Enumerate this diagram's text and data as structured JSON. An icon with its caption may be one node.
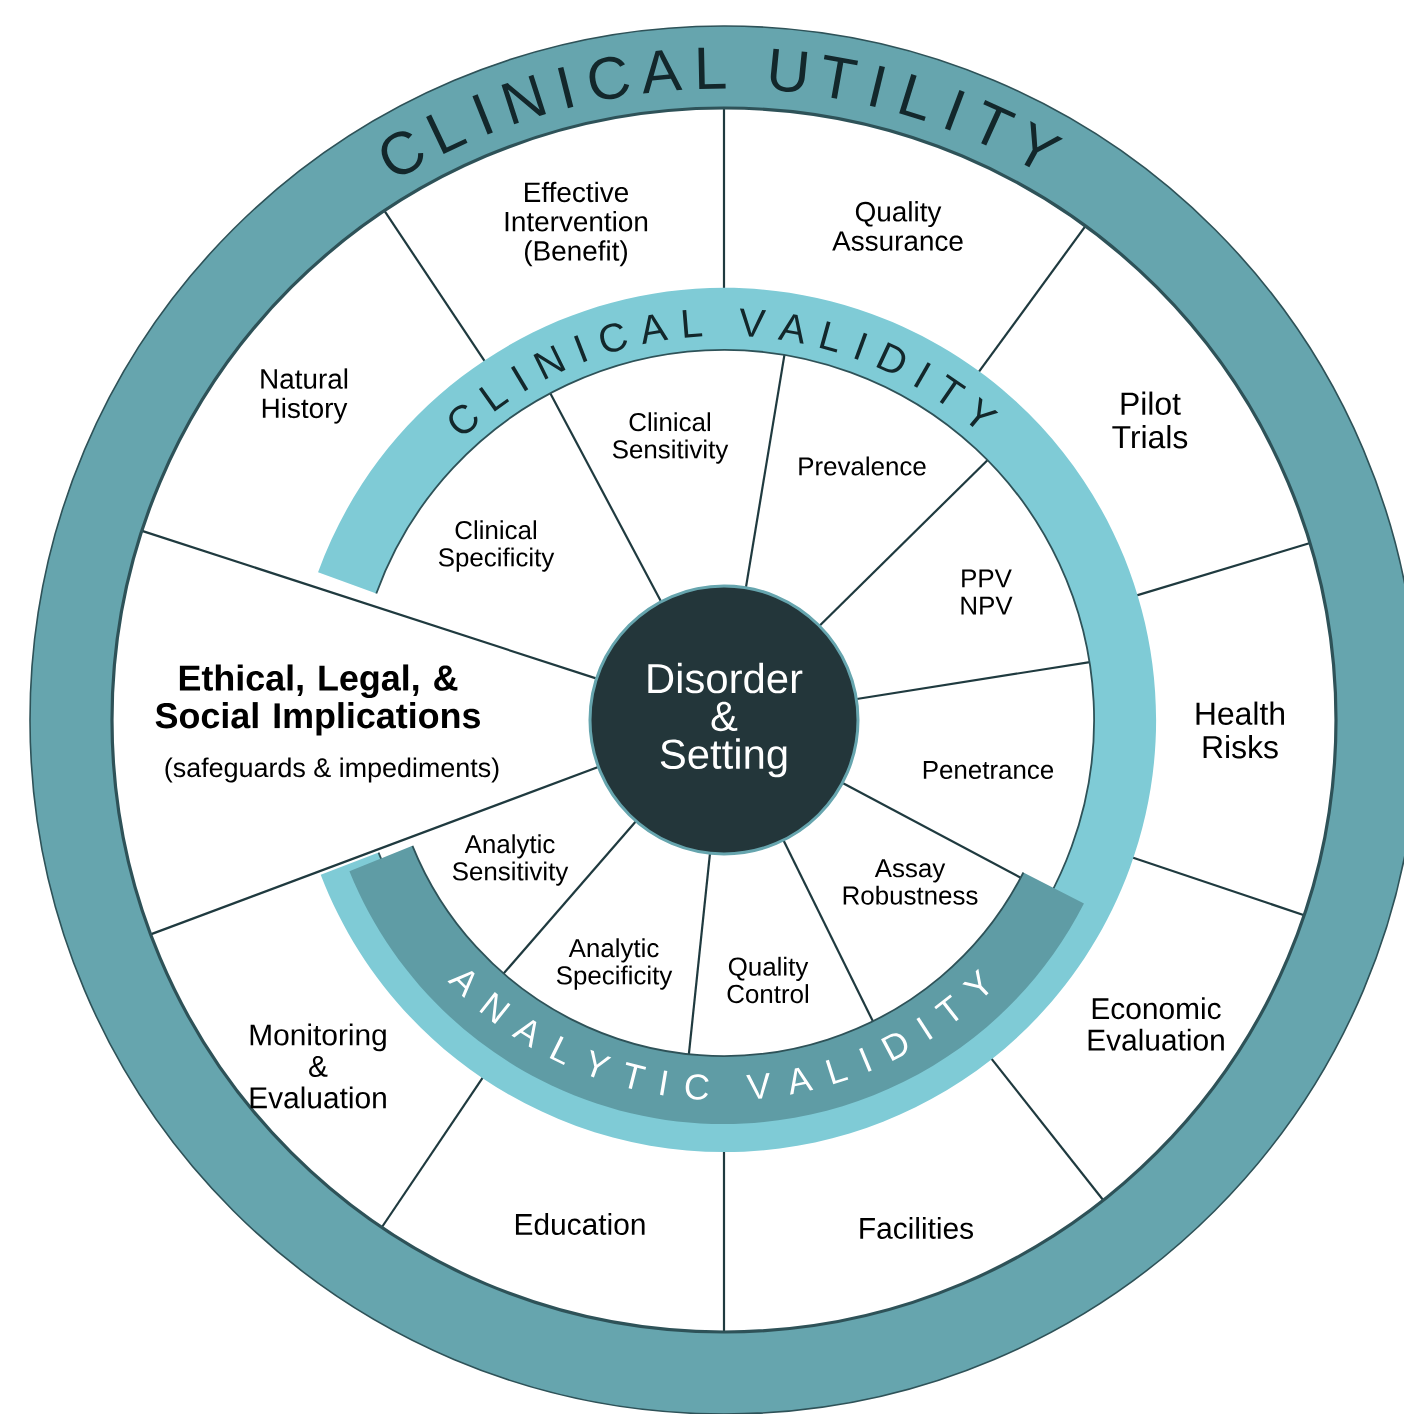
{
  "diagram": {
    "nodes": [
      {
        "text": [
          "CLINICAL UTILITY"
        ]
      },
      {
        "text": [
          "CLINICAL VALIDITY"
        ],
        "in": 0
      },
      {
        "text": [
          "Disorder & Setting"
        ],
        "in": 0
      },
      {
        "text": [
          "ANALYTIC VALIDITY"
        ],
        "in": 0
      }
    ],
    "labels": [
      "Effective Intervention (Benefit)",
      "Quality Assurance",
      "Natural History",
      "Pilot Trials",
      "Clinical Sensitivity",
      "Prevalence",
      "Clinical Specificity",
      "PPV NPV",
      "Ethical, Legal, & Social Implications",
      "(safeguards & impediments)",
      "Health Risks",
      "Penetrance",
      "Analytic Sensitivity",
      "Assay Robustness",
      "Analytic Specificity",
      "Quality Control",
      "Monitoring & Evaluation",
      "Economic Evaluation",
      "Education",
      "Facilities"
    ]
  }
}
